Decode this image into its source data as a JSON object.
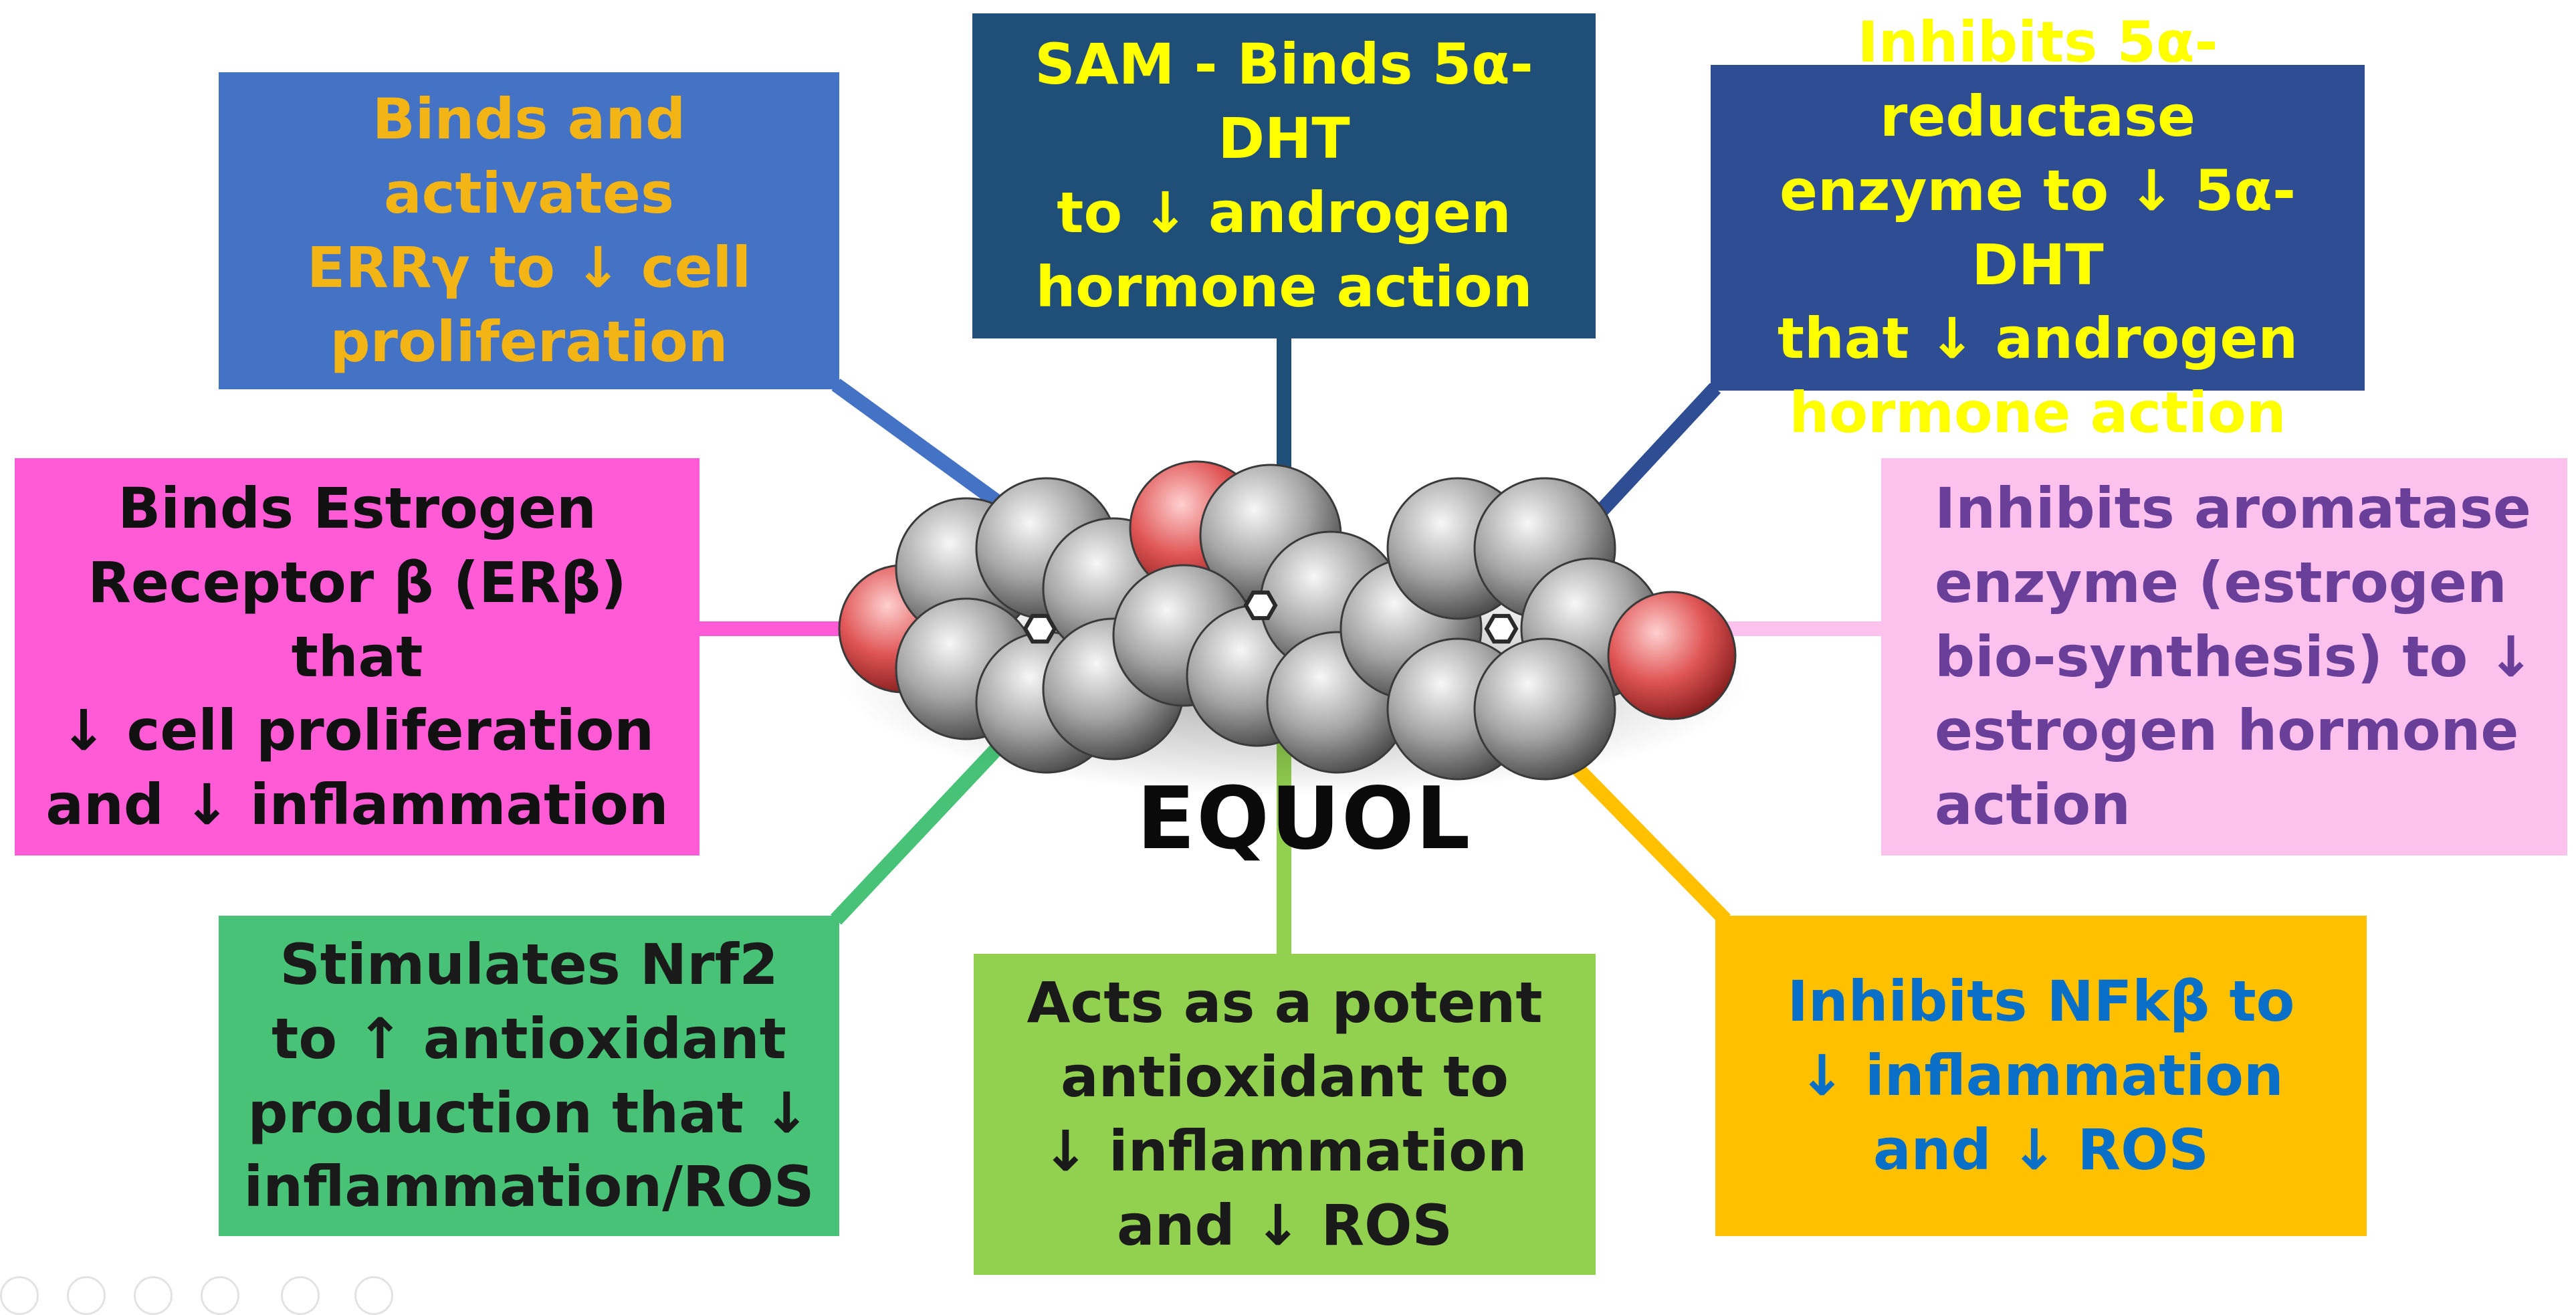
{
  "center_label": "EQUOL",
  "boxes": {
    "err_gamma": "Binds and activates\nERRγ to ↓ cell\nproliferation",
    "sam": "SAM - Binds 5α-DHT\nto ↓ androgen\nhormone action",
    "reductase": "Inhibits 5α-reductase\nenzyme to ↓ 5α-DHT\nthat  ↓ androgen\nhormone action",
    "er_beta": "Binds Estrogen\nReceptor β (ERβ) that\n↓ cell proliferation\nand ↓ inflammation",
    "aromatase": "Inhibits aromatase\nenzyme (estrogen\nbio-synthesis) to ↓\nestrogen hormone\naction",
    "nrf2": "Stimulates Nrf2\nto ↑ antioxidant\nproduction that ↓\ninflammation/ROS",
    "antioxidant": "Acts as a potent\nantioxidant to\n↓ inflammation\nand ↓ ROS",
    "nfkb": "Inhibits NFkβ to\n↓ inflammation\nand ↓ ROS"
  },
  "colors": {
    "err_gamma_box": "#4472c4",
    "sam_box": "#1f4e79",
    "reductase_box": "#2e4d93",
    "er_beta_box": "#ff5bd6",
    "aromatase_box": "#fdc1ee",
    "nrf2_box": "#47c276",
    "antioxidant_box": "#92d050",
    "nfkb_box": "#ffc000",
    "carbon_atom": "#a6a6a6",
    "oxygen_atom": "#e05555"
  },
  "icons": {
    "molecule": "equol-space-filling-model-icon",
    "toolbar": [
      "zoom-icon",
      "gallery-icon",
      "search-icon",
      "comment-icon",
      "share-icon",
      "more-icon"
    ]
  }
}
